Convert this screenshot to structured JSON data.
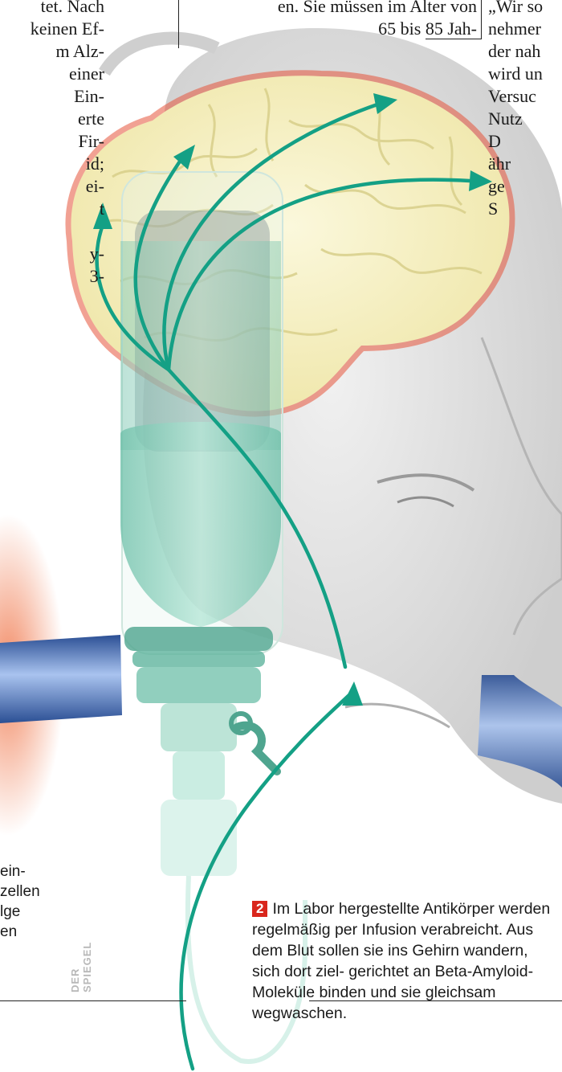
{
  "columns": {
    "left_lines": [
      "tet. Nach",
      "keinen Ef-",
      "m Alz-",
      "einer",
      "Ein-",
      "erte",
      "Fir-",
      "id;",
      "ei-",
      "t",
      "",
      "y-",
      "3-"
    ],
    "middle_lines": [
      "en. Sie müssen im Alter von",
      "65 bis 85 Jah-"
    ],
    "right_lines": [
      "„Wir so",
      "nehmer",
      "der nah",
      "wird un",
      "Versuc",
      "Nutz",
      "D",
      "ähr",
      "ge",
      "S"
    ]
  },
  "caption_left_lines": [
    "ein-",
    "zellen",
    "lge",
    "en"
  ],
  "credit": "DER SPIEGEL",
  "caption": {
    "step": "2",
    "text": "Im Labor hergestellte Antikörper werden regelmäßig per Infusion verabreicht. Aus dem Blut sollen sie ins Gehirn wandern, sich dort ziel- gerichtet an Beta-Amyloid-Moleküle binden und sie gleichsam wegwaschen."
  },
  "colors": {
    "arrow": "#14a085",
    "brain": "#f4efbf",
    "brain_glow": "#e5533a",
    "infusion": "#9fd8c6",
    "vessel": "#4f7fc8",
    "badge": "#d9261c"
  },
  "icons": [
    "brain-illustration",
    "infusion-bag-illustration",
    "face-illustration",
    "blood-vessel-illustration"
  ]
}
